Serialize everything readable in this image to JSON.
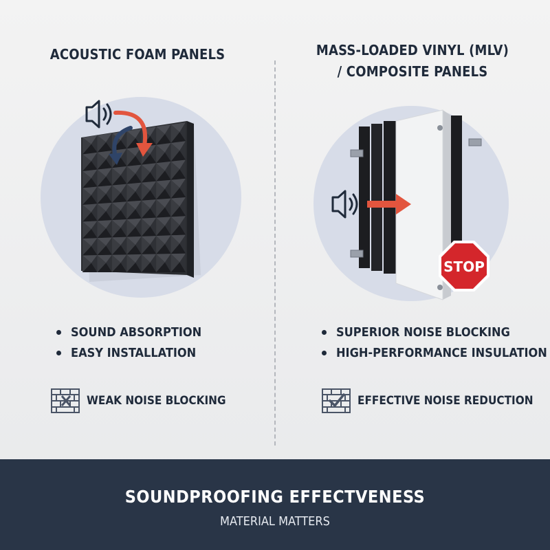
{
  "left": {
    "title": "ACOUSTIC FOAM PANELS",
    "bullets": [
      "SOUND ABSORPTION",
      "EASY INSTALLATION"
    ],
    "note": "WEAK NOISE BLOCKING",
    "icons": [
      "speaker-icon",
      "reflect-arrow-icon",
      "brick-wall-x-icon"
    ]
  },
  "right": {
    "title_line1": "MASS-LOADED VINYL (MLV)",
    "title_line2": "/ COMPOSITE PANELS",
    "bullets": [
      "SUPERIOR NOISE BLOCKING",
      "HIGH-PERFORMANCE INSULATION"
    ],
    "note": "EFFECTIVE NOISE REDUCTION",
    "stop_sign": "STOP",
    "icons": [
      "speaker-icon",
      "arrow-right-icon",
      "stop-sign-icon",
      "brick-wall-check-icon"
    ]
  },
  "footer": {
    "title": "SOUNDPROOFING EFFECTVENESS",
    "subtitle": "MATERIAL MATTERS"
  },
  "colors": {
    "navy": "#1f2a3a",
    "footer_bg": "#293547",
    "circle_bg": "#d7dce8",
    "accent_red": "#e2553e",
    "stop_red": "#d4262b",
    "foam": "#2b2d31"
  }
}
